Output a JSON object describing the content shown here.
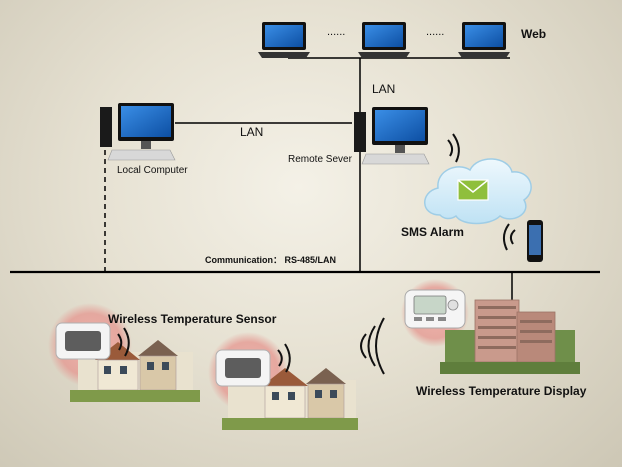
{
  "labels": {
    "web": "Web",
    "dots_left": "......",
    "dots_right": "......",
    "lan_top": "LAN",
    "lan_mid": "LAN",
    "local_computer": "Local Computer",
    "remote_server": "Remote Sever",
    "sms_alarm": "SMS Alarm",
    "communication": "Communication： RS-485/LAN",
    "wireless_sensor": "Wireless Temperature Sensor",
    "wireless_display": "Wireless Temperature Display"
  },
  "colors": {
    "line": "#000000",
    "screen": "#1f6fc9",
    "cloud": "#d3edf9",
    "cloud_edge": "#9fcde6",
    "envelope": "#8fbf3c",
    "halo": "#e9a39e",
    "building": "#c99a8c"
  }
}
